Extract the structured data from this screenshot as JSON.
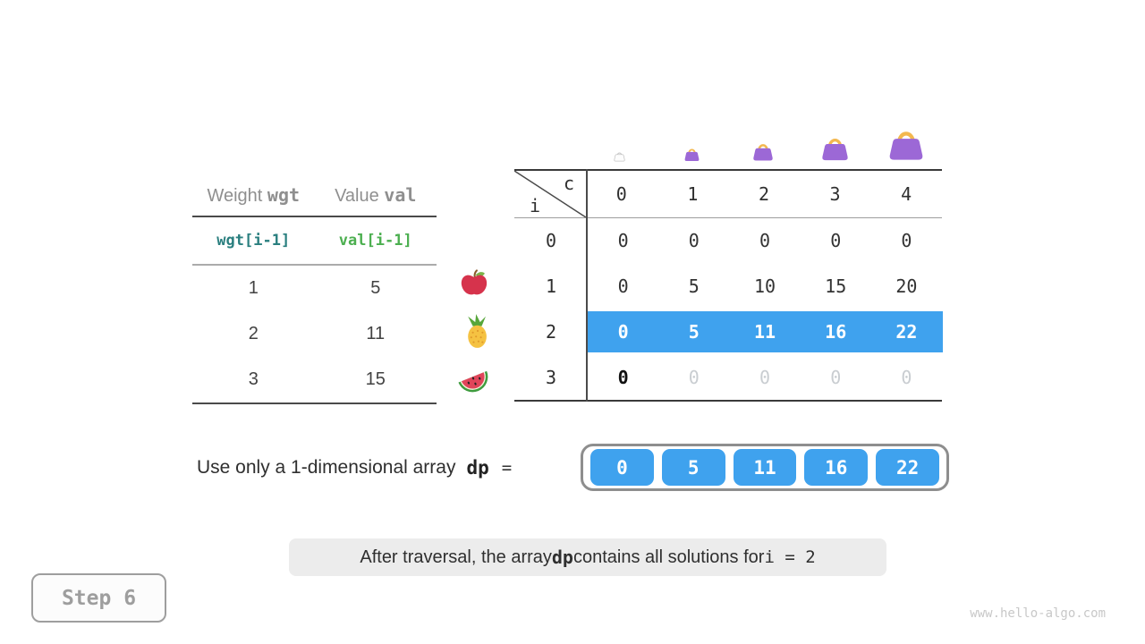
{
  "items_table": {
    "col1_label": "Weight",
    "col1_code": "wgt",
    "col2_label": "Value",
    "col2_code": "val",
    "formula_weight": "wgt[i-1]",
    "formula_value": "val[i-1]",
    "rows": [
      {
        "weight": "1",
        "value": "5"
      },
      {
        "weight": "2",
        "value": "11"
      },
      {
        "weight": "3",
        "value": "15"
      }
    ]
  },
  "fruit_icons": [
    "apple-icon",
    "pineapple-icon",
    "watermelon-icon"
  ],
  "dp_table": {
    "row_axis_label": "i",
    "col_axis_label": "c",
    "col_headers": [
      "0",
      "1",
      "2",
      "3",
      "4"
    ],
    "row_labels": [
      "0",
      "1",
      "2",
      "3"
    ],
    "rows": [
      [
        "0",
        "0",
        "0",
        "0",
        "0"
      ],
      [
        "0",
        "5",
        "10",
        "15",
        "20"
      ],
      [
        "0",
        "5",
        "11",
        "16",
        "22"
      ],
      [
        "0",
        "0",
        "0",
        "0",
        "0"
      ]
    ],
    "highlighted_row_index": 2,
    "bag_icons": [
      "bag-outline-icon",
      "bag-small-icon",
      "bag-medium-icon",
      "bag-large-icon",
      "bag-xlarge-icon"
    ]
  },
  "array_line": {
    "label": "Use only a 1-dimensional array",
    "var_name": "dp",
    "equals_sign": "=",
    "values": [
      "0",
      "5",
      "11",
      "16",
      "22"
    ]
  },
  "caption": {
    "text_before": "After traversal, the array",
    "var_name": "dp",
    "text_middle": "contains all solutions for",
    "code_expr": "i = 2"
  },
  "step_badge": "Step 6",
  "watermark": "www.hello-algo.com",
  "colors": {
    "highlight_blue": "#3fa2ee",
    "bag_purple": "#9c68d6",
    "bag_handle_gold": "#f3b84f",
    "wgt_teal": "#2a7f7f",
    "val_green": "#4caf50"
  }
}
